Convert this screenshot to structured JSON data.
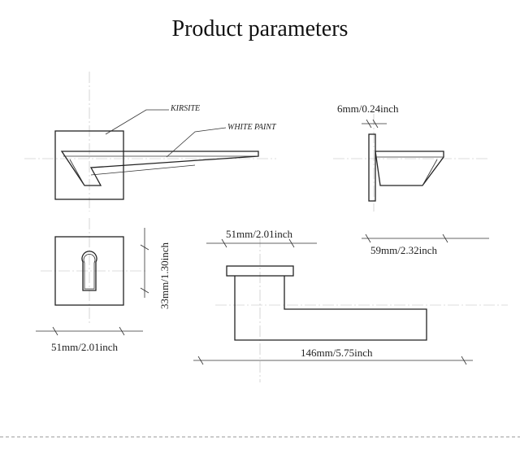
{
  "title": "Product parameters",
  "callouts": {
    "kirsite": "KIRSITE",
    "white_paint": "WHITE PAINT"
  },
  "dimensions": {
    "rose_thickness": "6mm/0.24inch",
    "projection": "59mm/2.32inch",
    "escutcheon_height": "33mm/1.30inch",
    "escutcheon_width": "51mm/2.01inch",
    "rose_width": "51mm/2.01inch",
    "lever_length": "146mm/5.75inch"
  },
  "colors": {
    "line": "#222222",
    "guide": "#bbbbbb",
    "background": "#ffffff"
  }
}
